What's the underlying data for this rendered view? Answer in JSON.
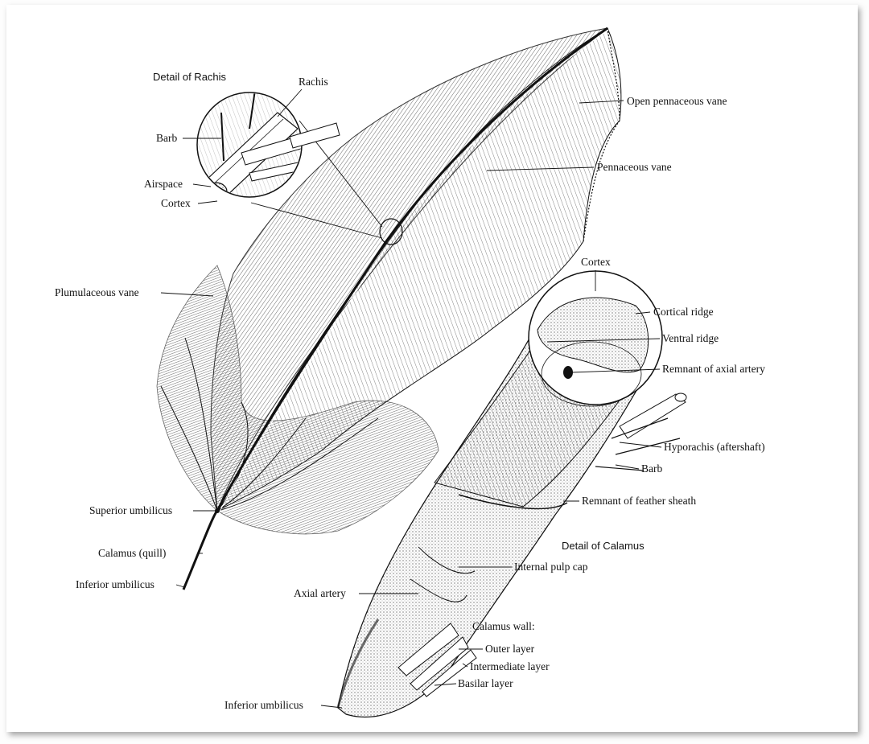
{
  "labels": {
    "detail_of_rachis": "Detail of Rachis",
    "rachis": "Rachis",
    "barb_rachis": "Barb",
    "airspace": "Airspace",
    "cortex_rachis": "Cortex",
    "open_pennaceous_vane": "Open pennaceous vane",
    "pennaceous_vane": "Pennaceous vane",
    "plumulaceous_vane": "Plumulaceous vane",
    "cortex_calamus": "Cortex",
    "cortical_ridge": "Cortical ridge",
    "ventral_ridge": "Ventral ridge",
    "remnant_axial_artery": "Remnant of axial artery",
    "hyporachis": "Hyporachis (aftershaft)",
    "barb_calamus": "Barb",
    "remnant_feather_sheath": "Remnant of feather sheath",
    "superior_umbilicus": "Superior umbilicus",
    "detail_of_calamus": "Detail of Calamus",
    "calamus_quill": "Calamus (quill)",
    "internal_pulp_cap": "Internal pulp cap",
    "inferior_umbilicus_left": "Inferior umbilicus",
    "axial_artery": "Axial artery",
    "calamus_wall": "Calamus wall:",
    "outer_layer": "Outer layer",
    "intermediate_layer": "Intermediate layer",
    "basilar_layer": "Basilar layer",
    "inferior_umbilicus_bottom": "Inferior umbilicus"
  },
  "colors": {
    "ink": "#111111",
    "paper": "#ffffff"
  }
}
